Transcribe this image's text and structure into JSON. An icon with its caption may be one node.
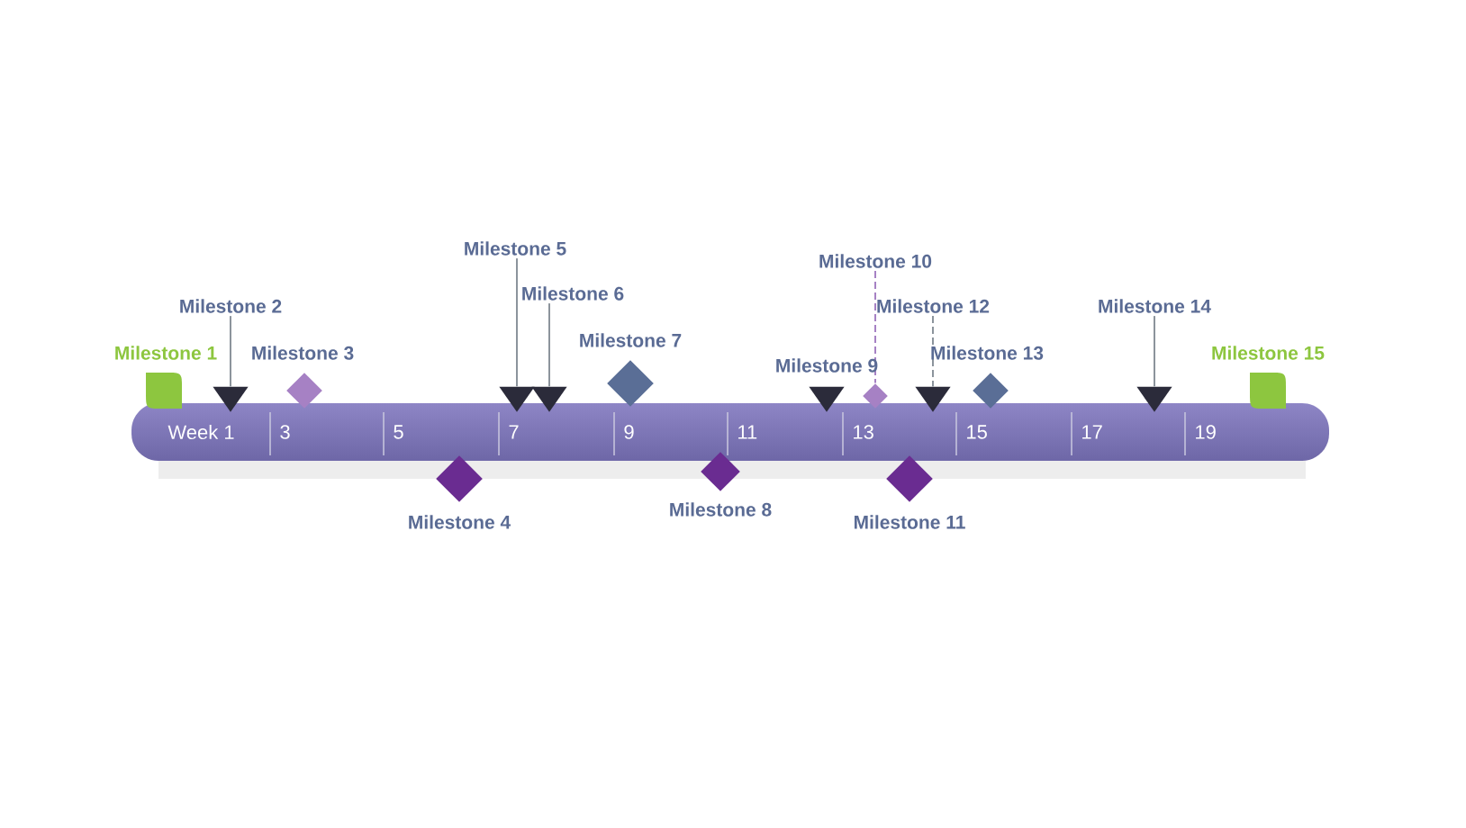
{
  "diagram": {
    "nodes": [
      {
        "text": [
          "Week 1",
          "3",
          "5",
          "7",
          "9",
          "11",
          "13",
          "15",
          "17",
          "19"
        ]
      },
      {
        "text": [],
        "shape": "leaf",
        "beside": [
          "Milestone 1"
        ]
      },
      {
        "text": [
          "Milestone 2"
        ]
      },
      {
        "text": [],
        "shape": "triangle"
      },
      {
        "text": [],
        "shape": "diamond",
        "beside": [
          "Milestone 3"
        ]
      },
      {
        "text": [],
        "shape": "diamond",
        "beside": [
          "Milestone 4"
        ]
      },
      {
        "text": [
          "Milestone 5"
        ]
      },
      {
        "text": [],
        "shape": "triangle"
      },
      {
        "text": [
          "Milestone 6"
        ]
      },
      {
        "text": [],
        "shape": "triangle"
      },
      {
        "text": [],
        "shape": "diamond",
        "beside": [
          "Milestone 7"
        ]
      },
      {
        "text": [],
        "shape": "diamond",
        "beside": [
          "Milestone 8"
        ]
      },
      {
        "text": [],
        "shape": "triangle",
        "beside": [
          "Milestone 9"
        ]
      },
      {
        "text": [
          "Milestone 10"
        ]
      },
      {
        "text": [],
        "shape": "diamond"
      },
      {
        "text": [],
        "shape": "diamond",
        "beside": [
          "Milestone 11"
        ]
      },
      {
        "text": [
          "Milestone 12"
        ]
      },
      {
        "text": [],
        "shape": "triangle"
      },
      {
        "text": [],
        "shape": "diamond",
        "beside": [
          "Milestone 13"
        ]
      },
      {
        "text": [
          "Milestone 14"
        ]
      },
      {
        "text": [],
        "shape": "triangle"
      },
      {
        "text": [],
        "shape": "leaf",
        "beside": [
          "Milestone 15"
        ]
      }
    ],
    "edges": [
      {
        "from": 2,
        "to": 3,
        "arrow": "none"
      },
      {
        "from": 6,
        "to": 7,
        "arrow": "none"
      },
      {
        "from": 8,
        "to": 9,
        "arrow": "none"
      },
      {
        "from": 13,
        "to": 14,
        "arrow": "none",
        "style": "dashed",
        "color": "#a681c4"
      },
      {
        "from": 16,
        "to": 17,
        "arrow": "none",
        "style": "dashed"
      },
      {
        "from": 19,
        "to": 20,
        "arrow": "none"
      }
    ]
  }
}
